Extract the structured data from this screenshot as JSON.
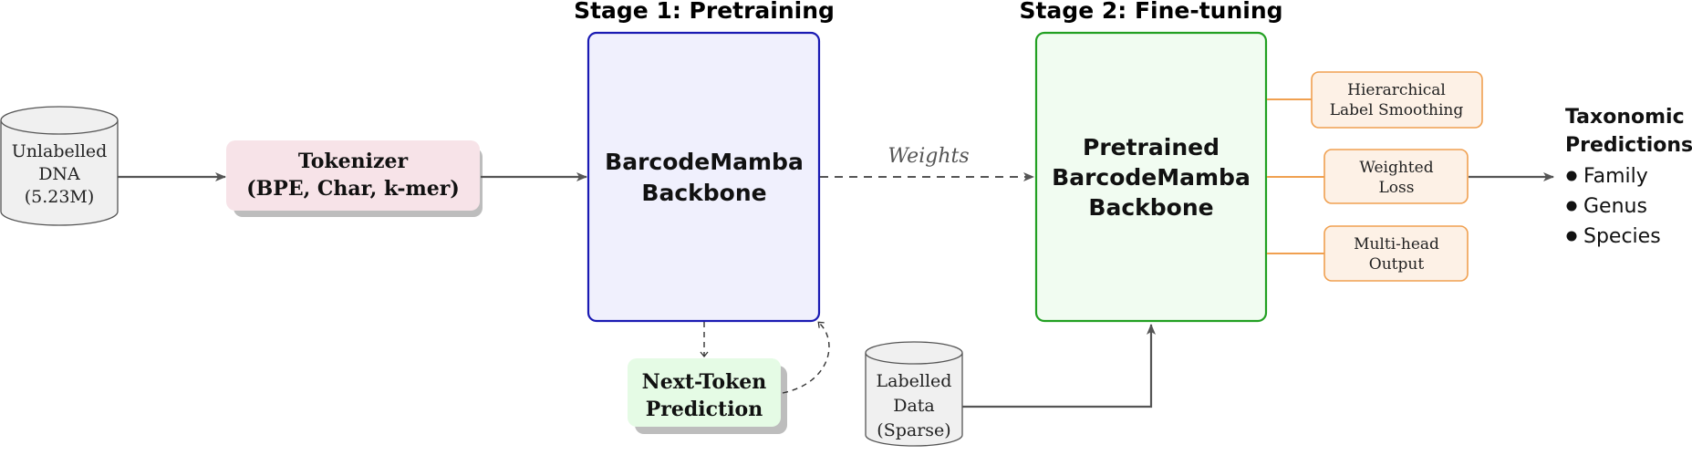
{
  "stages": {
    "stage1_title": "Stage 1:  Pretraining",
    "stage2_title": "Stage 2:  Fine-tuning"
  },
  "unlabelled_dna": {
    "lines": [
      "Unlabelled",
      "DNA",
      "(5.23M)"
    ]
  },
  "tokenizer": {
    "lines": [
      "Tokenizer",
      "(BPE, Char, k-mer)"
    ]
  },
  "backbone": {
    "lines": [
      "BarcodeMamba",
      "Backbone"
    ]
  },
  "next_token": {
    "lines": [
      "Next-Token",
      "Prediction"
    ]
  },
  "weights_label": "Weights",
  "pretrained_backbone": {
    "lines": [
      "Pretrained",
      "BarcodeMamba",
      "Backbone"
    ]
  },
  "labelled_data": {
    "lines": [
      "Labelled",
      "Data",
      "(Sparse)"
    ]
  },
  "heads": [
    {
      "lines": [
        "Hierarchical",
        "Label Smoothing"
      ]
    },
    {
      "lines": [
        "Weighted",
        "Loss"
      ]
    },
    {
      "lines": [
        "Multi-head",
        "Output"
      ]
    }
  ],
  "predictions": {
    "title_lines": [
      "Taxonomic",
      "Predictions"
    ],
    "items": [
      "Family",
      "Genus",
      "Species"
    ]
  },
  "colors": {
    "pretrain_border": "#1a1ab3",
    "pretrain_fill": "#f0f0fd",
    "finetune_border": "#22a022",
    "finetune_fill": "#f1fcf1",
    "tokenizer_fill": "#f7e3e8",
    "next_token_fill": "#e5fbe5",
    "head_border": "#f0a050",
    "head_fill": "#fdf1e6",
    "cylinder_fill": "#f0f0f0",
    "arrow": "#555555"
  }
}
